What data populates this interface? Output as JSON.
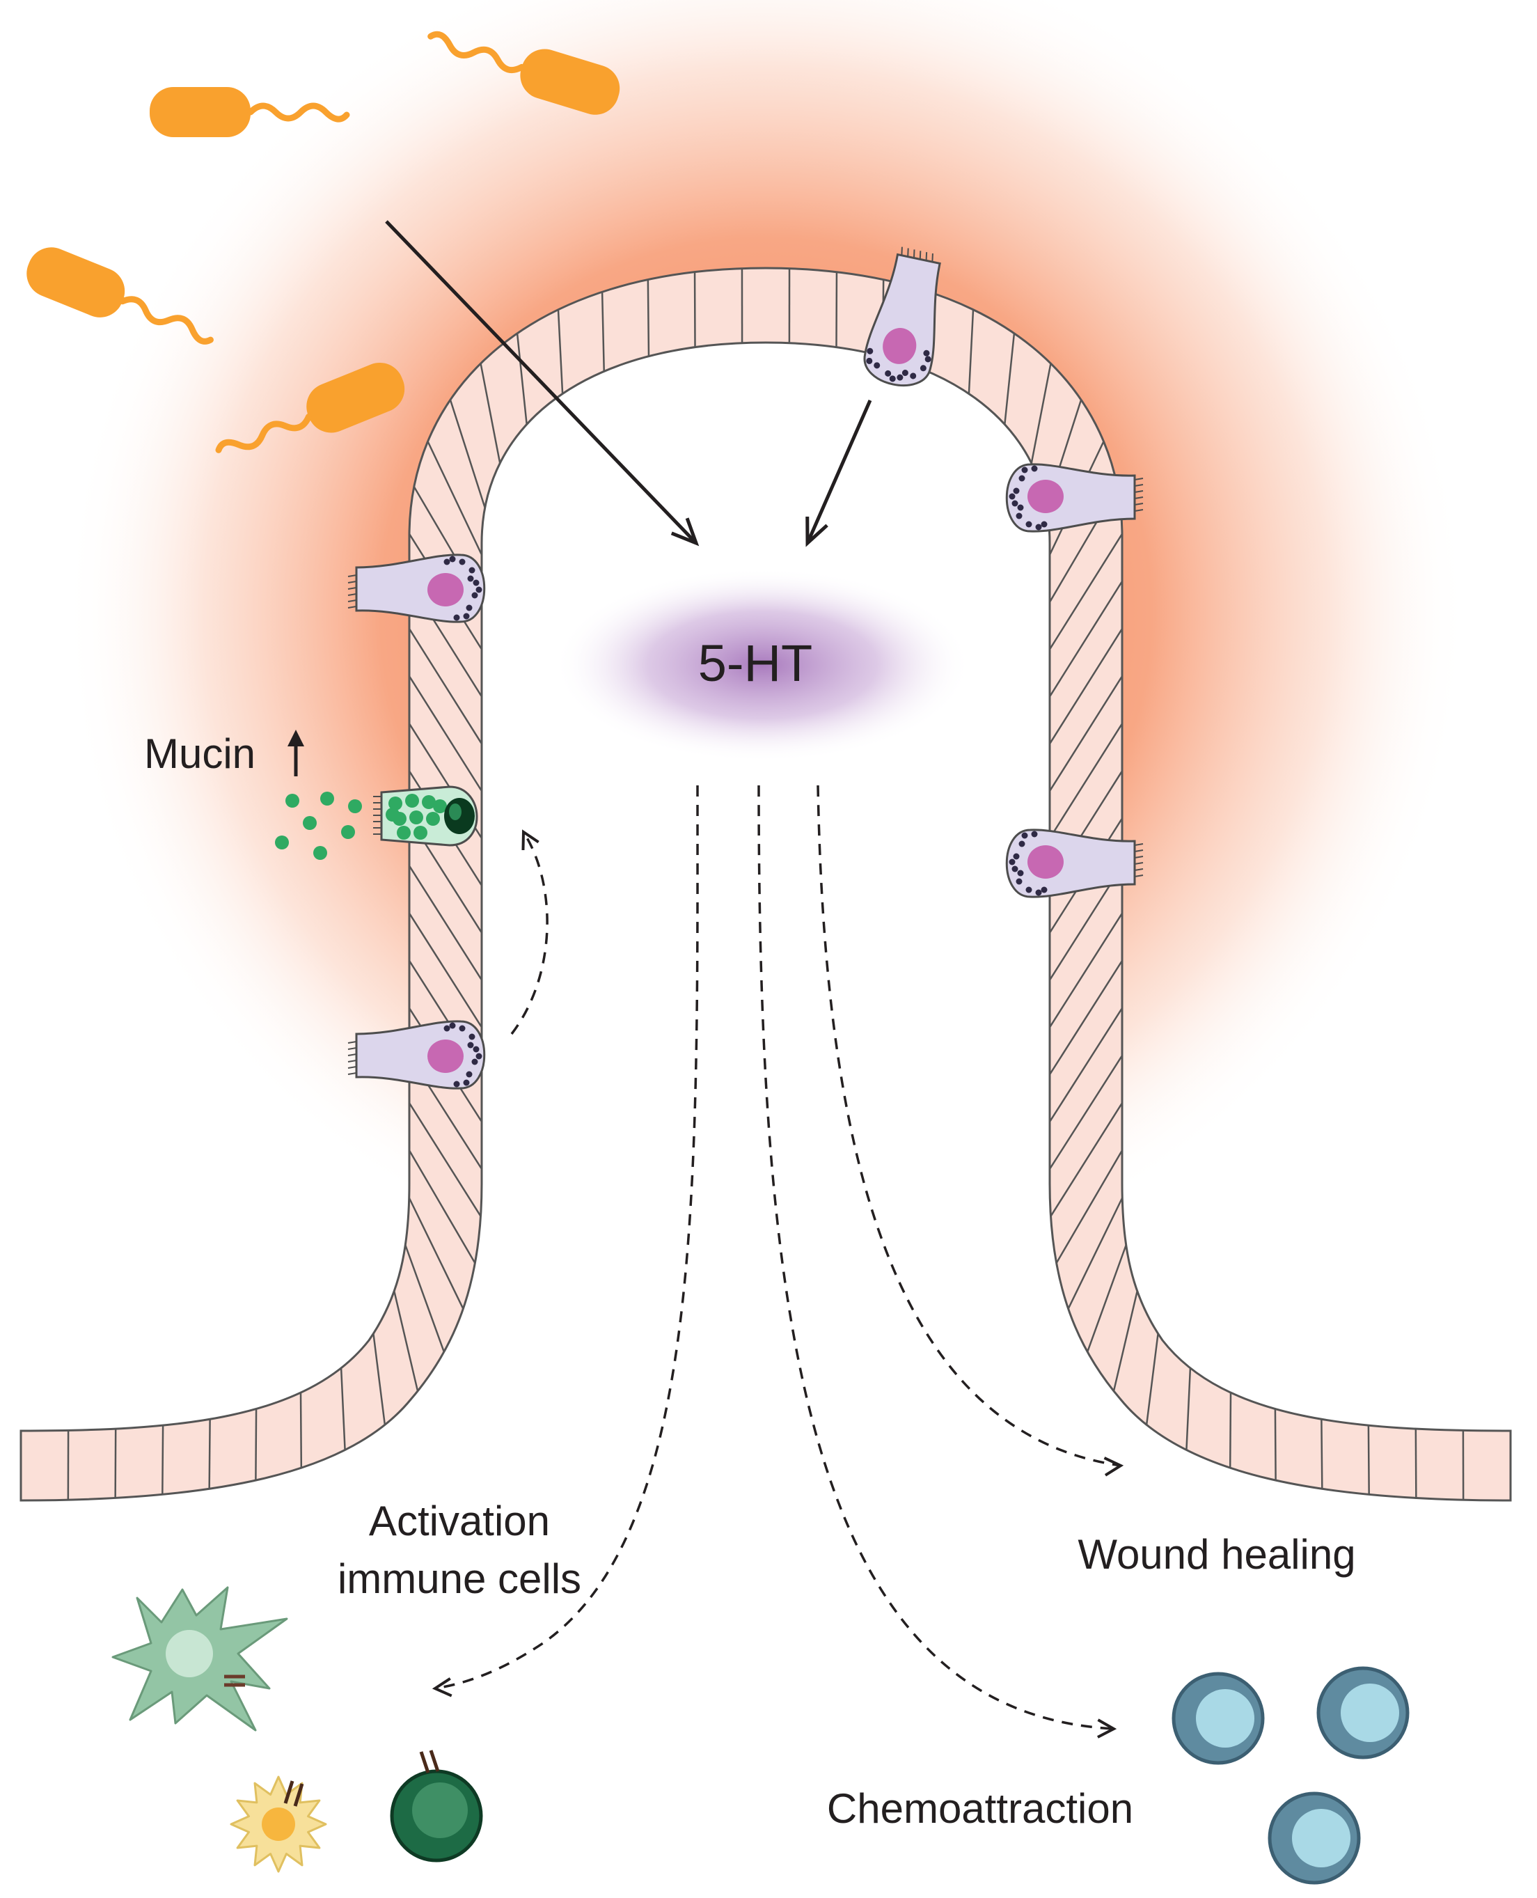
{
  "labels": {
    "serotonin": "5-HT",
    "mucin": "Mucin",
    "activation_line1": "Activation",
    "activation_line2": "immune cells",
    "wound_healing": "Wound healing",
    "chemoattraction": "Chemoattraction"
  },
  "colors": {
    "bacteria": "#f9a12e",
    "inflammation_glow": "#f58a5e",
    "epithelial_cell": "#fbe0d8",
    "cell_outline": "#4d4d4d",
    "enterochromaffin_cell": "#dcd6ec",
    "ec_nucleus": "#c768b2",
    "serotonin_cloud": "#a06bb8",
    "goblet_cell": "#c9ecd7",
    "mucin_granule": "#2faa62",
    "dendritic_cell": "#93c5a5",
    "mast_cell": "#f7e09a",
    "lymphocyte": "#1d6b45",
    "neutrophil": "#5f8ba0"
  },
  "icons": [
    "bacterium-icon",
    "epithelial-cell-icon",
    "enterochromaffin-cell-icon",
    "goblet-cell-icon",
    "dendritic-cell-icon",
    "mast-cell-icon",
    "lymphocyte-icon",
    "neutrophil-icon"
  ]
}
